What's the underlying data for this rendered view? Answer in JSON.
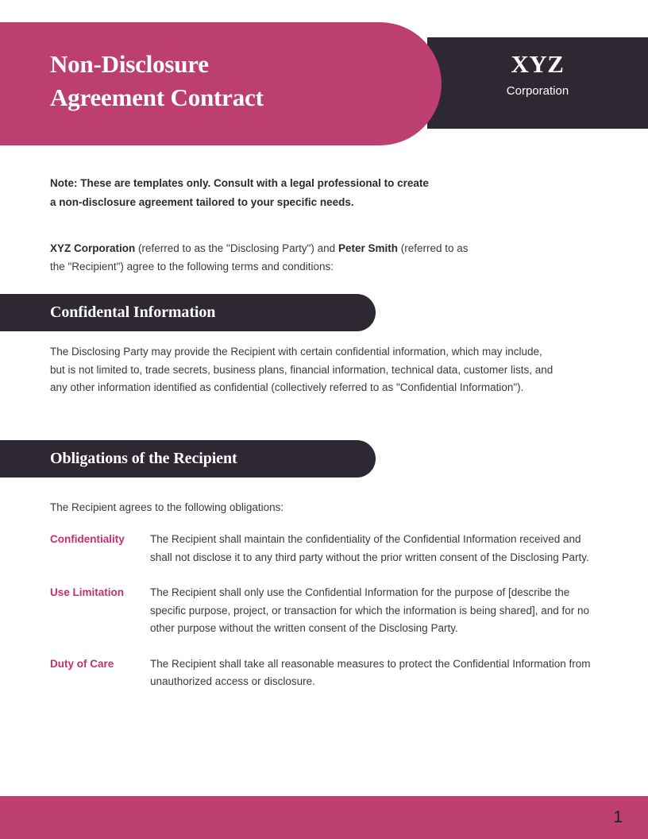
{
  "header": {
    "title_lines": [
      "Non-Disclosure",
      "Agreement Contract"
    ],
    "brand_name": "XYZ",
    "brand_sub": "Corporation",
    "pink_color": "#bc3f70",
    "dark_color": "#2e2832"
  },
  "note": {
    "lines": [
      "Note: These are templates only. Consult with a legal professional to create",
      "a non-disclosure agreement tailored to your specific needs."
    ]
  },
  "parties": {
    "disclosing_party": "XYZ Corporation",
    "disclosing_party_role": " (referred to as the \"Disclosing Party\") and ",
    "recipient": "Peter Smith",
    "recipient_role": " (referred to as",
    "line2": "the \"Recipient\") agree to the following terms and conditions:"
  },
  "sections": {
    "confidential": {
      "heading": "Confidental Information",
      "body": "The Disclosing Party may provide the Recipient with certain confidential information, which may include, but is not limited to, trade secrets, business plans, financial information, technical data, customer lists, and any other information identified as confidential (collectively referred to as \"Confidential Information\")."
    },
    "obligations": {
      "heading": "Obligations of the Recipient",
      "intro": "The Recipient agrees to the following obligations:",
      "items": [
        {
          "label": "Confidentiality",
          "text": "The Recipient shall maintain the confidentiality of the Confidential Information received and shall not disclose it to any third party without the prior written consent of the Disclosing Party."
        },
        {
          "label": "Use Limitation",
          "text": "The Recipient shall only use the Confidential Information for the purpose of [describe the specific purpose, project, or transaction for which the information is being shared], and for no other purpose without the written consent of the Disclosing Party."
        },
        {
          "label": "Duty of Care",
          "text": "The Recipient shall take all reasonable measures to protect the Confidential Information from unauthorized access or disclosure."
        }
      ]
    }
  },
  "footer": {
    "page_number": "1",
    "band_color": "#bc3f70"
  },
  "accent": {
    "label_color": "#c4306a"
  }
}
